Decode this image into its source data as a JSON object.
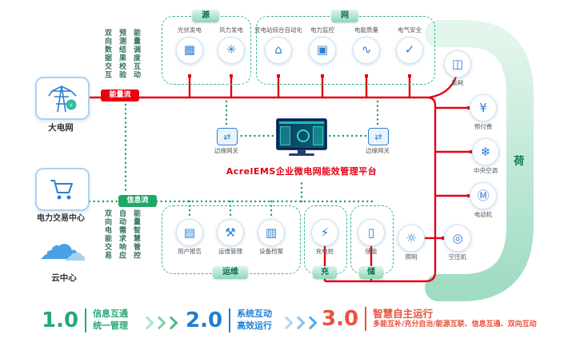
{
  "title": "AcrelEMS企业微电网能效管理平台",
  "flows": {
    "energy": "能量流",
    "info": "信息流"
  },
  "left_panel": {
    "grid_label": "大电网",
    "trade_label": "电力交易中心",
    "cloud_label": "云中心",
    "top_notes": [
      "双向数据交互",
      "预测结果校验",
      "能量调度互动"
    ],
    "bottom_notes": [
      "双向电能交易",
      "自动需求响应",
      "能量智慧管控"
    ]
  },
  "gateway": {
    "left": "边缘网关",
    "right": "边缘网关"
  },
  "groups": {
    "source": {
      "label": "源",
      "items": [
        {
          "name": "光伏发电",
          "glyph": "▦"
        },
        {
          "name": "风力发电",
          "glyph": "✳"
        }
      ]
    },
    "network": {
      "label": "网",
      "items": [
        {
          "name": "变电站综合自动化",
          "glyph": "⌂"
        },
        {
          "name": "电力监控",
          "glyph": "▣"
        },
        {
          "name": "电能质量",
          "glyph": "∿"
        },
        {
          "name": "电气安全",
          "glyph": "✓"
        }
      ]
    },
    "maintain": {
      "label": "运维",
      "items": [
        {
          "name": "用户报告",
          "glyph": "▤"
        },
        {
          "name": "运维管理",
          "glyph": "⚒"
        },
        {
          "name": "设备档案",
          "glyph": "▥"
        }
      ]
    },
    "charge": {
      "label": "充",
      "items": [
        {
          "name": "充电桩",
          "glyph": "⚡"
        }
      ]
    },
    "storage": {
      "label": "储",
      "items": [
        {
          "name": "储能",
          "glyph": "▯"
        }
      ]
    },
    "load": {
      "label": "荷",
      "items": [
        {
          "name": "能耗",
          "glyph": "◫"
        },
        {
          "name": "预付费",
          "glyph": "¥"
        },
        {
          "name": "中央空调",
          "glyph": "❄"
        },
        {
          "name": "电动机",
          "glyph": "Ⓜ"
        },
        {
          "name": "空压机",
          "glyph": "◎"
        },
        {
          "name": "照明",
          "glyph": "☼"
        }
      ]
    }
  },
  "legend": [
    {
      "version": "1.0",
      "lines": [
        "信息互通",
        "统一管理"
      ]
    },
    {
      "version": "2.0",
      "lines": [
        "系统互动",
        "高效运行"
      ]
    },
    {
      "version": "3.0",
      "lines": [
        "智慧自主运行",
        "多能互补/充分自治/能源互联、信息互通、双向互动"
      ]
    }
  ],
  "colors": {
    "energy_flow": "#e60012",
    "info_flow": "#0ca05a",
    "accent_teal": "#3fb39a",
    "accent_blue": "#2b7fd0"
  }
}
